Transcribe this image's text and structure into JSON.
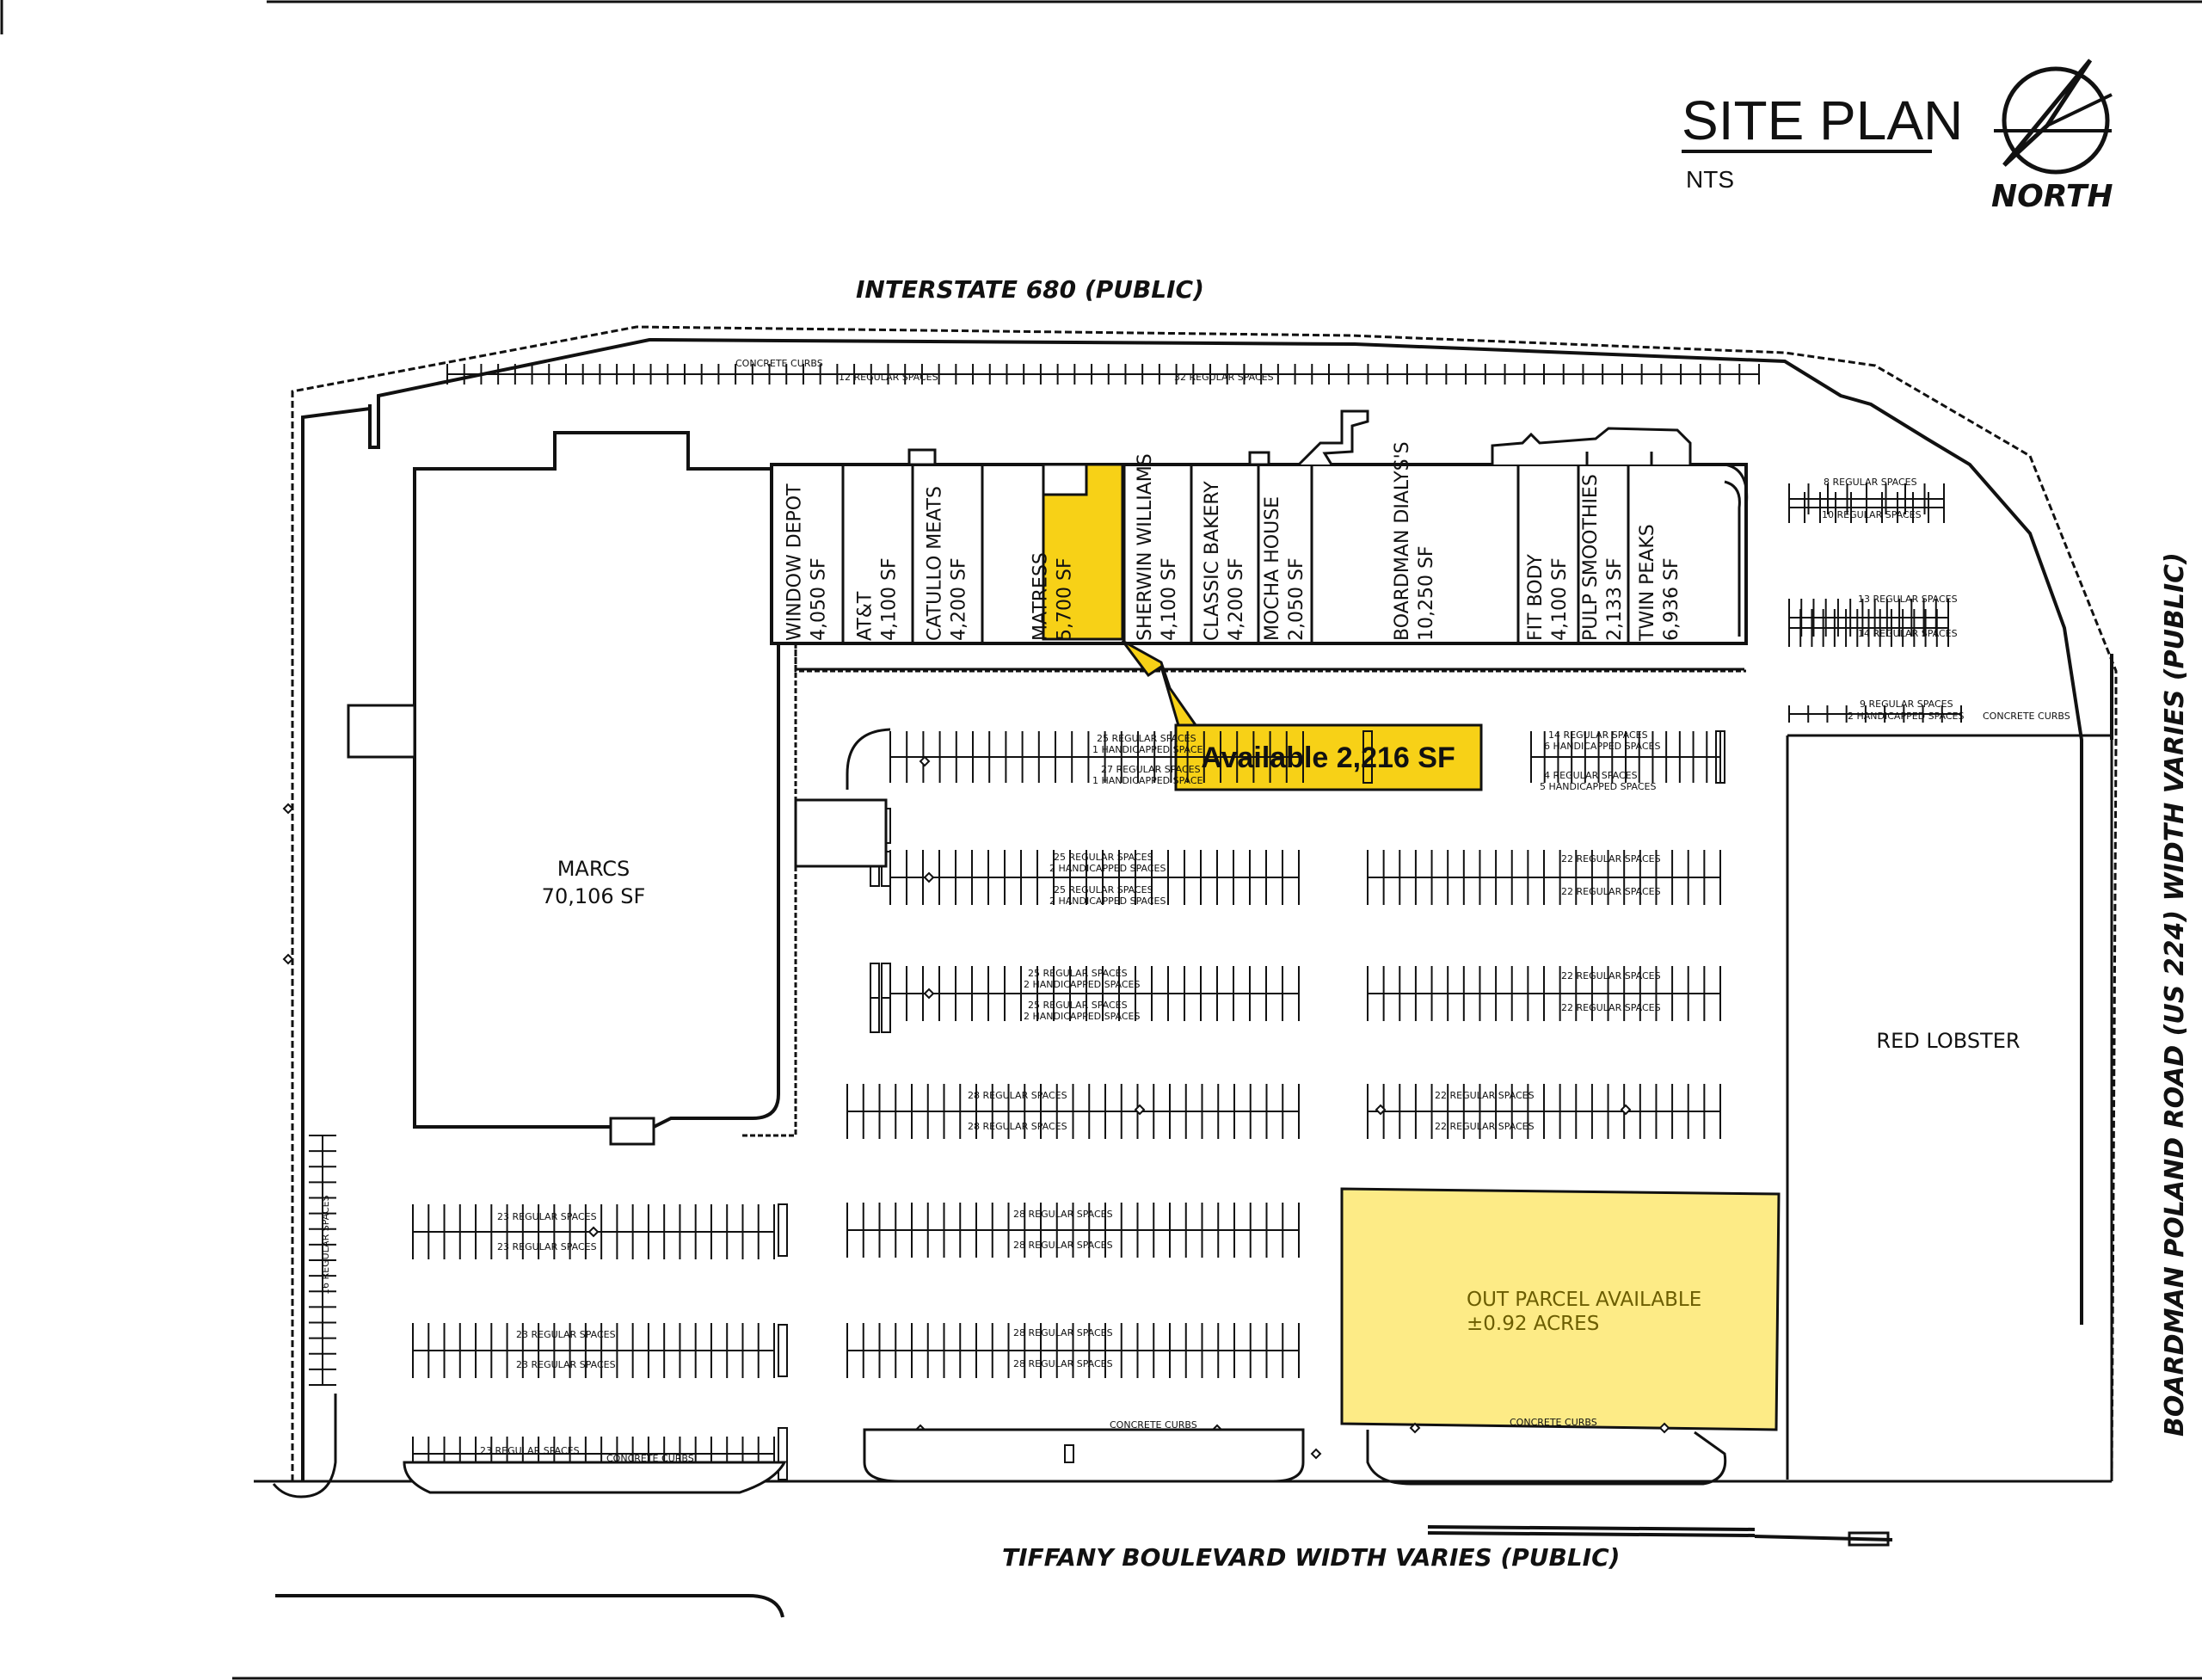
{
  "header": {
    "title": "SITE PLAN",
    "scale_note": "NTS",
    "north_label": "NORTH"
  },
  "roads": {
    "north": "INTERSTATE 680 (PUBLIC)",
    "south": "TIFFANY BOULEVARD WIDTH VARIES (PUBLIC)",
    "east": "BOARDMAN POLAND ROAD (US 224) WIDTH VARIES (PUBLIC)"
  },
  "anchors": {
    "marcs_name": "MARCS",
    "marcs_size": "70,106 SF",
    "red_lobster": "RED LOBSTER"
  },
  "tenants": [
    {
      "name": "WINDOW DEPOT",
      "size": "4,050 SF"
    },
    {
      "name": "AT&T",
      "size": "4,100 SF"
    },
    {
      "name": "CATULLO MEATS",
      "size": "4,200 SF"
    },
    {
      "name": "MATRESS",
      "size": "5,700 SF"
    },
    {
      "name": "SHERWIN WILLIAMS",
      "size": "4,100 SF"
    },
    {
      "name": "CLASSIC BAKERY",
      "size": "4,200 SF"
    },
    {
      "name": "MOCHA HOUSE",
      "size": "2,050 SF"
    },
    {
      "name": "BOARDMAN DIALYS'S",
      "size": "10,250 SF"
    },
    {
      "name": "FIT BODY",
      "size": "4,100 SF"
    },
    {
      "name": "PULP SMOOTHIES",
      "size": "2,133 SF"
    },
    {
      "name": "TWIN PEAKS",
      "size": "6,936 SF"
    }
  ],
  "callouts": {
    "available_unit": "Available 2,216 SF",
    "outparcel_line1": "OUT PARCEL AVAILABLE",
    "outparcel_line2": "±0.92 ACRES"
  },
  "parking_labels": {
    "p12": "12 REGULAR SPACES",
    "p32": "32 REGULAR SPACES",
    "p8": "8 REGULAR SPACES",
    "p10": "10 REGULAR SPACES",
    "p13": "13 REGULAR SPACES",
    "p14": "14 REGULAR SPACES",
    "p9": "9 REGULAR SPACES",
    "p9h": "2 HANDICAPPED SPACES",
    "p25a": "25 REGULAR SPACES",
    "p25ah": "1 HANDICAPPED SPACE",
    "p27": "27 REGULAR SPACES",
    "p27h": "1 HANDICAPPED SPACE",
    "p14b": "14 REGULAR SPACES",
    "p14bh": "6 HANDICAPPED SPACES",
    "p4": "4 REGULAR SPACES",
    "p4h": "5 HANDICAPPED SPACES",
    "p25b": "25 REGULAR SPACES",
    "p25bh": "2 HANDICAPPED SPACES",
    "p25c": "25 REGULAR SPACES",
    "p25ch": "2 HANDICAPPED SPACES",
    "p22": "22 REGULAR SPACES",
    "p28": "28 REGULAR SPACES",
    "p23": "23 REGULAR SPACES",
    "p16": "16 REGULAR SPACES",
    "curbs": "CONCRETE CURBS"
  },
  "colors": {
    "highlight": "#f7d117",
    "outparcel": "#fdeb86",
    "line": "#111111"
  }
}
